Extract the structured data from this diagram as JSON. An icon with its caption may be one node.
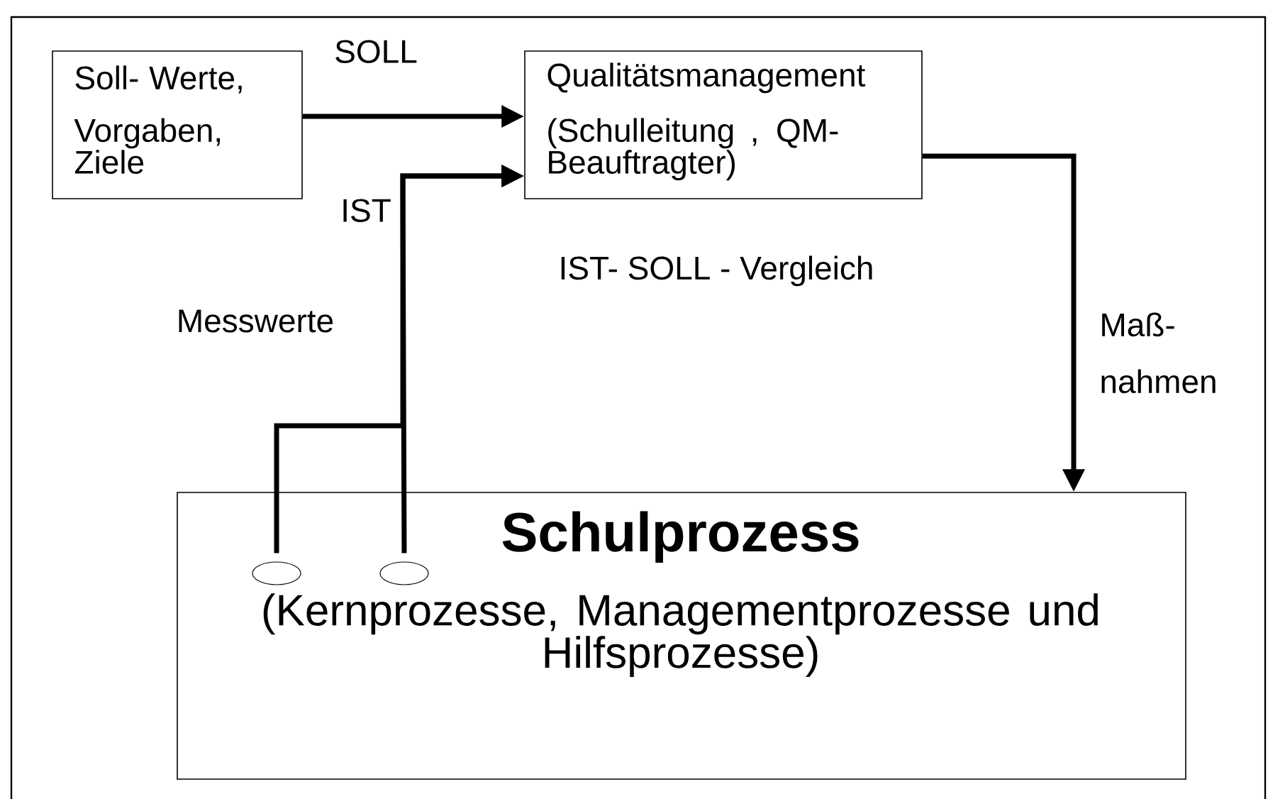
{
  "diagram": {
    "nodes": [
      {
        "text": [
          "Soll- Werte,",
          "Vorgaben, Ziele"
        ]
      },
      {
        "text": [
          "Qualitätsmanagement",
          "(Schulleitung , QM- Beauftragter)"
        ]
      },
      {
        "text": [
          "Schulprozess",
          "(Kernprozesse, Managementprozesse und Hilfsprozesse)"
        ]
      },
      {
        "text": [],
        "shape": "ellipse",
        "in": 2
      },
      {
        "text": [],
        "shape": "ellipse",
        "in": 2
      }
    ],
    "edges": [
      {
        "from": 0,
        "to": 1,
        "arrow": "to",
        "label": "SOLL"
      },
      {
        "from": 3,
        "to": 1,
        "arrow": "to",
        "label": "IST"
      },
      {
        "from": 4,
        "to": 1,
        "arrow": "to"
      },
      {
        "from": 1,
        "to": 2,
        "arrow": "to",
        "label": "Maß- nahmen"
      }
    ],
    "labels": [
      "Messwerte",
      "IST- SOLL - Vergleich"
    ]
  }
}
